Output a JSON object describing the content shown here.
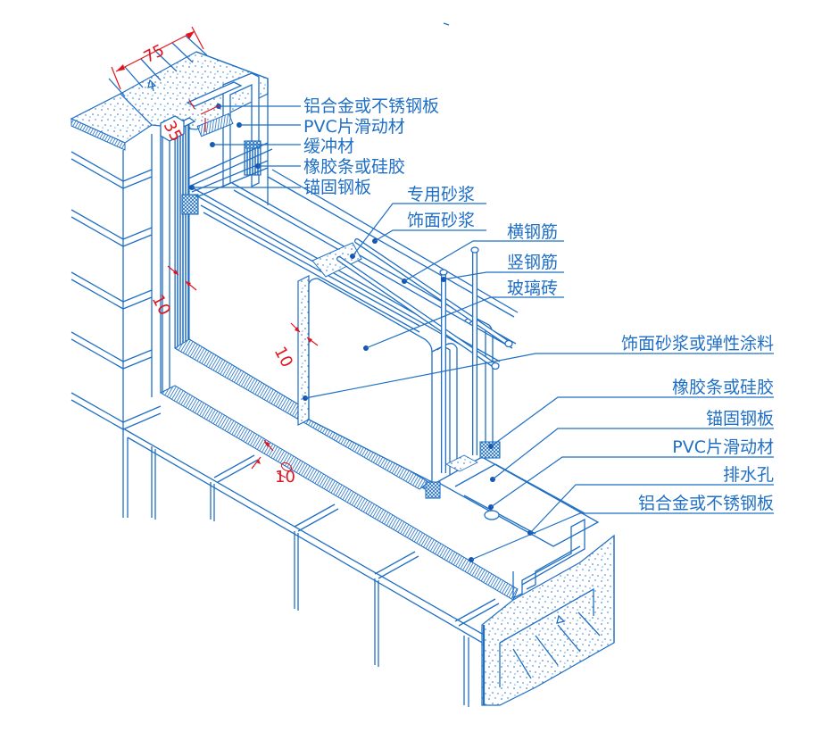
{
  "colors": {
    "line": "#1f6fc4",
    "dot": "#1556b0",
    "dimension": "#e0141e",
    "background": "#ffffff"
  },
  "top_labels": [
    {
      "text": "铝合金或不锈钢板"
    },
    {
      "text": "PVC片滑动材"
    },
    {
      "text": "缓冲材"
    },
    {
      "text": "橡胶条或硅胶"
    },
    {
      "text": "锚固钢板"
    }
  ],
  "middle_labels": [
    {
      "text": "专用砂浆"
    },
    {
      "text": "饰面砂浆"
    },
    {
      "text": "横钢筋"
    },
    {
      "text": "竖钢筋"
    },
    {
      "text": "玻璃砖"
    }
  ],
  "right_labels": [
    {
      "text": "饰面砂浆或弹性涂料"
    },
    {
      "text": "橡胶条或硅胶"
    },
    {
      "text": "锚固钢板"
    },
    {
      "text": "PVC片滑动材"
    },
    {
      "text": "排水孔"
    },
    {
      "text": "铝合金或不锈钢板"
    }
  ],
  "dimensions": {
    "top_width": "75",
    "top_gap": "35",
    "left_joint": "10",
    "block_joint": "10",
    "sill_joint": "10"
  },
  "symbols": {
    "elevation_marker": "triangle-marker"
  }
}
